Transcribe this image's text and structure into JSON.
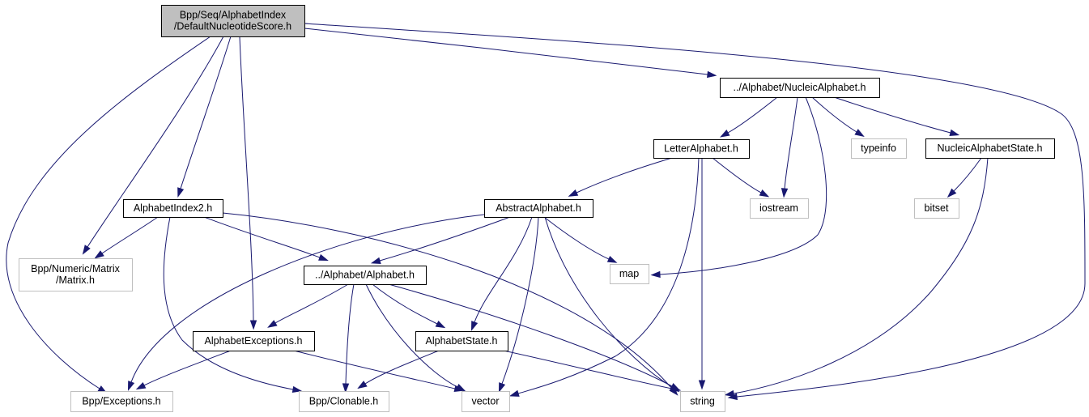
{
  "graph": {
    "title": "Include dependency graph for DefaultNucleotideScore.h",
    "colors": {
      "edge": "#191970",
      "root_fill": "#bfbfbf",
      "local_border": "#000000",
      "external_border": "#bfbfbf"
    },
    "nodes": [
      {
        "id": "root",
        "kind": "root",
        "lines": [
          "Bpp/Seq/AlphabetIndex",
          "/DefaultNucleotideScore.h"
        ]
      },
      {
        "id": "nucleic_alphabet",
        "kind": "local",
        "lines": [
          "../Alphabet/NucleicAlphabet.h"
        ]
      },
      {
        "id": "letter_alphabet",
        "kind": "local",
        "lines": [
          "LetterAlphabet.h"
        ]
      },
      {
        "id": "typeinfo",
        "kind": "external",
        "lines": [
          "typeinfo"
        ]
      },
      {
        "id": "nucleic_alphabet_state",
        "kind": "local",
        "lines": [
          "NucleicAlphabetState.h"
        ]
      },
      {
        "id": "alphabet_index2",
        "kind": "local",
        "lines": [
          "AlphabetIndex2.h"
        ]
      },
      {
        "id": "abstract_alphabet",
        "kind": "local",
        "lines": [
          "AbstractAlphabet.h"
        ]
      },
      {
        "id": "iostream",
        "kind": "external",
        "lines": [
          "iostream"
        ]
      },
      {
        "id": "bitset",
        "kind": "external",
        "lines": [
          "bitset"
        ]
      },
      {
        "id": "matrix",
        "kind": "external",
        "lines": [
          "Bpp/Numeric/Matrix",
          "/Matrix.h"
        ]
      },
      {
        "id": "alphabet",
        "kind": "local",
        "lines": [
          "../Alphabet/Alphabet.h"
        ]
      },
      {
        "id": "map",
        "kind": "external",
        "lines": [
          "map"
        ]
      },
      {
        "id": "alphabet_exceptions",
        "kind": "local",
        "lines": [
          "AlphabetExceptions.h"
        ]
      },
      {
        "id": "alphabet_state",
        "kind": "local",
        "lines": [
          "AlphabetState.h"
        ]
      },
      {
        "id": "exceptions",
        "kind": "external",
        "lines": [
          "Bpp/Exceptions.h"
        ]
      },
      {
        "id": "clonable",
        "kind": "external",
        "lines": [
          "Bpp/Clonable.h"
        ]
      },
      {
        "id": "vector",
        "kind": "external",
        "lines": [
          "vector"
        ]
      },
      {
        "id": "string",
        "kind": "external",
        "lines": [
          "string"
        ]
      }
    ],
    "edges": [
      {
        "from": "root",
        "to": "nucleic_alphabet"
      },
      {
        "from": "root",
        "to": "string"
      },
      {
        "from": "root",
        "to": "exceptions"
      },
      {
        "from": "root",
        "to": "matrix"
      },
      {
        "from": "root",
        "to": "alphabet_index2"
      },
      {
        "from": "root",
        "to": "alphabet_exceptions"
      },
      {
        "from": "nucleic_alphabet",
        "to": "letter_alphabet"
      },
      {
        "from": "nucleic_alphabet",
        "to": "iostream"
      },
      {
        "from": "nucleic_alphabet",
        "to": "map"
      },
      {
        "from": "nucleic_alphabet",
        "to": "typeinfo"
      },
      {
        "from": "nucleic_alphabet",
        "to": "nucleic_alphabet_state"
      },
      {
        "from": "letter_alphabet",
        "to": "abstract_alphabet"
      },
      {
        "from": "letter_alphabet",
        "to": "iostream"
      },
      {
        "from": "letter_alphabet",
        "to": "vector"
      },
      {
        "from": "letter_alphabet",
        "to": "string"
      },
      {
        "from": "nucleic_alphabet_state",
        "to": "bitset"
      },
      {
        "from": "nucleic_alphabet_state",
        "to": "string"
      },
      {
        "from": "alphabet_index2",
        "to": "matrix"
      },
      {
        "from": "alphabet_index2",
        "to": "alphabet"
      },
      {
        "from": "alphabet_index2",
        "to": "clonable"
      },
      {
        "from": "alphabet_index2",
        "to": "string"
      },
      {
        "from": "abstract_alphabet",
        "to": "exceptions"
      },
      {
        "from": "abstract_alphabet",
        "to": "alphabet"
      },
      {
        "from": "abstract_alphabet",
        "to": "map"
      },
      {
        "from": "abstract_alphabet",
        "to": "alphabet_state"
      },
      {
        "from": "abstract_alphabet",
        "to": "vector"
      },
      {
        "from": "abstract_alphabet",
        "to": "string"
      },
      {
        "from": "alphabet",
        "to": "alphabet_exceptions"
      },
      {
        "from": "alphabet",
        "to": "clonable"
      },
      {
        "from": "alphabet",
        "to": "vector"
      },
      {
        "from": "alphabet",
        "to": "alphabet_state"
      },
      {
        "from": "alphabet",
        "to": "string"
      },
      {
        "from": "alphabet_exceptions",
        "to": "exceptions"
      },
      {
        "from": "alphabet_exceptions",
        "to": "vector"
      },
      {
        "from": "alphabet_state",
        "to": "clonable"
      },
      {
        "from": "alphabet_state",
        "to": "string"
      }
    ]
  }
}
